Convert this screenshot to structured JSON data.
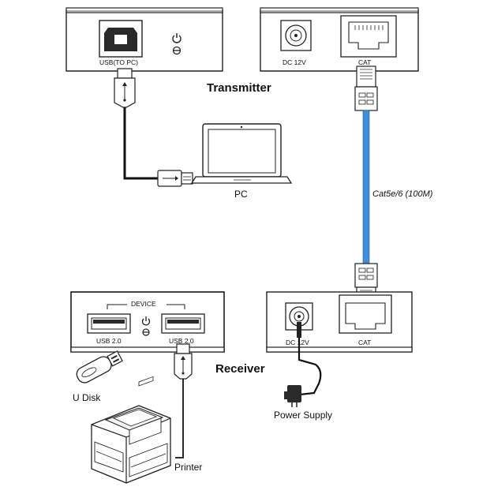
{
  "labels": {
    "transmitter": "Transmitter",
    "receiver": "Receiver",
    "pc": "PC",
    "cable": "Cat5e/6 (100M)",
    "u_disk": "U Disk",
    "printer": "Printer",
    "power_supply": "Power Supply"
  },
  "ports": {
    "usb_to_pc": "USB(TO PC)",
    "dc_12v_tx": "DC 12V",
    "cat_tx": "CAT",
    "device": "DEVICE",
    "usb20_left": "USB 2.0",
    "usb20_right": "USB 2.0",
    "dc_12v_rx": "DC 12V",
    "cat_rx": "CAT"
  },
  "colors": {
    "cable_blue": "#3d8fd6",
    "line": "#222222"
  },
  "icons": [
    "power-icon",
    "link-indicator-icon",
    "usb-symbol-icon"
  ]
}
